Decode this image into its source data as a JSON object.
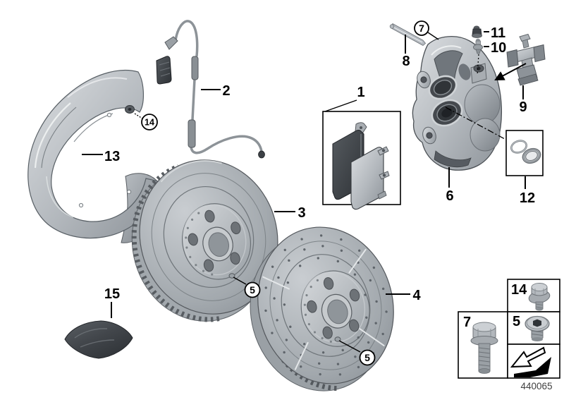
{
  "callouts": {
    "1": "1",
    "2": "2",
    "3": "3",
    "4": "4",
    "5": "5",
    "6": "6",
    "7": "7",
    "8": "8",
    "9": "9",
    "10": "10",
    "11": "11",
    "12": "12",
    "13": "13",
    "14": "14",
    "15": "15"
  },
  "footer": {
    "drawing_number": "440065"
  }
}
